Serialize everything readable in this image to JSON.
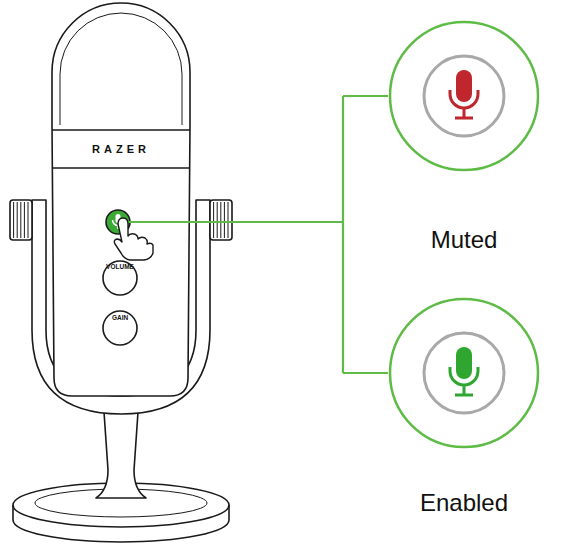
{
  "diagram": {
    "nodes": [
      {
        "text": [
          "Muted"
        ]
      },
      {
        "text": [
          "Enabled"
        ]
      }
    ],
    "labels": [
      "RAZER",
      "VOLUME",
      "GAIN"
    ]
  }
}
